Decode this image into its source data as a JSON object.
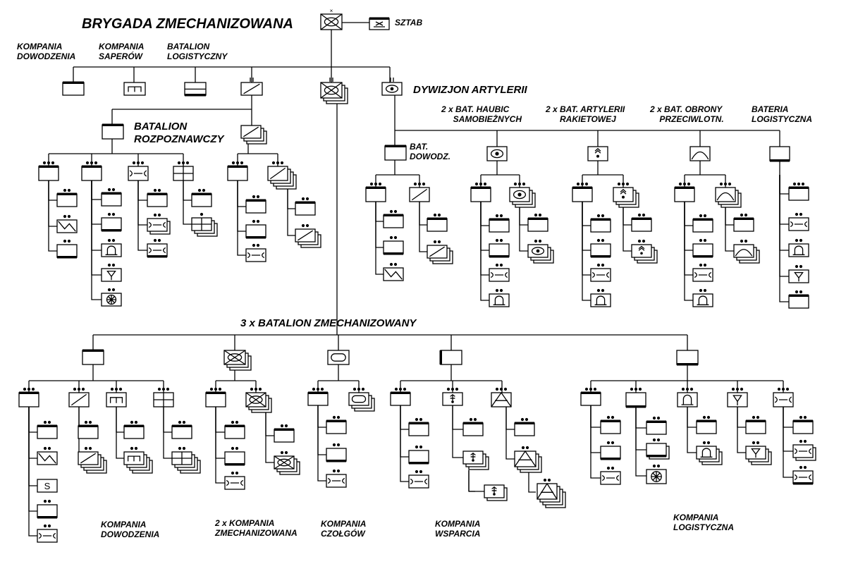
{
  "title": "BRYGADA ZMECHANIZOWANA",
  "hq_label": "SZTAB",
  "labels": {
    "kompania_dowodzenia": "KOMPANIA\nDOWODZENIA",
    "kompania_saperow": "KOMPANIA\nSAPERÓW",
    "batalion_logistyczny": "BATALION\nLOGISTYCZNY",
    "dywizjon_artylerii": "DYWIZJON ARTYLERII",
    "batalion_rozpoznawczy": "BATALION\nROZPOZNAWCZY",
    "bat_haubic": "2 x BAT. HAUBIC\n     SAMOBIEŻNYCH",
    "bat_rakietowej": "2 x BAT. ARTYLERII\n      RAKIETOWEJ",
    "bat_oplot": "2 x BAT. OBRONY\n    PRZECIWLOTN.",
    "bateria_logistyczna": "BATERIA\nLOGISTYCZNA",
    "bat_dowodz": "BAT.\nDOWODZ.",
    "batalion_zmech": "3 x BATALION ZMECHANIZOWANY",
    "bottom_kompania_dowodzenia": "KOMPANIA\nDOWODZENIA",
    "bottom_kompania_zmech": "2 x KOMPANIA\nZMECHANIZOWANA",
    "bottom_kompania_czolgow": "KOMPANIA\nCZOŁGÓW",
    "bottom_kompania_wsparcia": "KOMPANIA\nWSPARCIA",
    "bottom_kompania_logistyczna": "KOMPANIA\nLOGISTYCZNA"
  },
  "symbol_letters": {
    "s_company": "S"
  }
}
